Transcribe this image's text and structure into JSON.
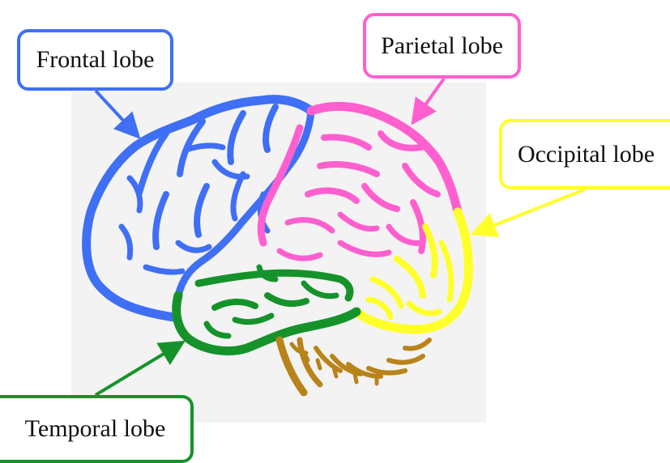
{
  "labels": {
    "frontal": "Frontal lobe",
    "parietal": "Parietal lobe",
    "occipital": "Occipital lobe",
    "temporal": "Temporal lobe"
  },
  "colors": {
    "frontal": "#3f6ff5",
    "parietal": "#ff5fcf",
    "occipital": "#ffff2a",
    "temporal": "#15932a",
    "cerebellum": "#b8841a",
    "panel": "#f3f3f3"
  }
}
